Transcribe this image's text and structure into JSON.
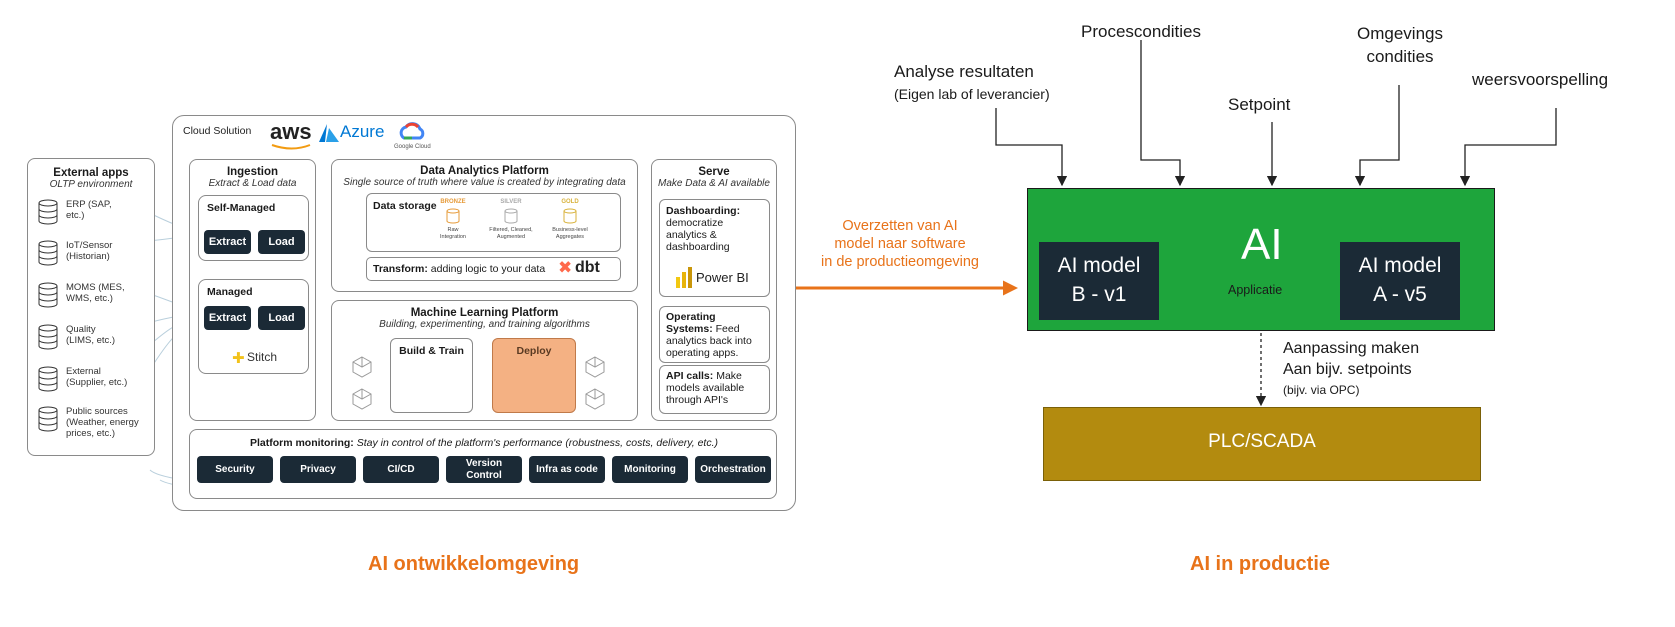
{
  "left": {
    "external": {
      "title": "External apps",
      "subtitle": "OLTP environment",
      "items": [
        [
          "ERP (SAP,",
          "etc.)"
        ],
        [
          "IoT/Sensor",
          "(Historian)"
        ],
        [
          "MOMS (MES,",
          "WMS, etc.)"
        ],
        [
          "Quality",
          "(LIMS, etc.)"
        ],
        [
          "External",
          "(Supplier, etc.)"
        ],
        [
          "Public sources",
          "(Weather, energy",
          "prices, etc.)"
        ]
      ]
    },
    "cloud": {
      "label": "Cloud Solution",
      "aws": "aws",
      "azure": "Azure",
      "google": "Google Cloud"
    },
    "ingestion": {
      "title": "Ingestion",
      "subtitle": "Extract & Load data",
      "self_managed": "Self-Managed",
      "managed": "Managed",
      "extract": "Extract",
      "load": "Load",
      "stitch": "Stitch"
    },
    "dap": {
      "title": "Data Analytics Platform",
      "subtitle": "Single source of truth where value is created by integrating data",
      "storage": "Data storage",
      "tiers": [
        {
          "name": "BRONZE",
          "desc": [
            "Raw",
            "Integration"
          ],
          "color": "#e69b3a"
        },
        {
          "name": "SILVER",
          "desc": [
            "Filtered, Cleaned,",
            "Augmented"
          ],
          "color": "#a9a9a9"
        },
        {
          "name": "GOLD",
          "desc": [
            "Business-level",
            "Aggregates"
          ],
          "color": "#d8b23b"
        }
      ],
      "transform_bold": "Transform:",
      "transform_rest": " adding logic to your data",
      "dbt": "dbt"
    },
    "ml": {
      "title": "Machine Learning Platform",
      "subtitle": "Building, experimenting, and training algorithms",
      "build": "Build & Train",
      "deploy": "Deploy"
    },
    "serve": {
      "title": "Serve",
      "subtitle": "Make Data & AI available",
      "dash_title": "Dashboarding:",
      "dash_lines": [
        "democratize",
        "analytics &",
        "dashboarding"
      ],
      "powerbi": "Power BI",
      "ops_title": "Operating",
      "ops_title2": "Systems:",
      "ops_rest": " Feed",
      "ops_lines": [
        "analytics back into",
        "operating apps."
      ],
      "api_title": "API calls:",
      "api_rest": " Make",
      "api_lines": [
        "models available",
        "through API's"
      ]
    },
    "monitoring": {
      "title_bold": "Platform monitoring:",
      "title_rest": " Stay in control of the platform's performance (robustness, costs, delivery, etc.)",
      "buttons": [
        [
          "Security"
        ],
        [
          "Privacy"
        ],
        [
          "CI/CD"
        ],
        [
          "Version",
          "Control"
        ],
        [
          "Infra as code"
        ],
        [
          "Monitoring"
        ],
        [
          "Orchestration"
        ]
      ]
    },
    "caption": "AI ontwikkelomgeving"
  },
  "middle": {
    "lines": [
      "Overzetten van AI",
      "model naar software",
      "in de productieomgeving"
    ],
    "accent": "#e8731a"
  },
  "right": {
    "inputs": {
      "analyse": "Analyse resultaten",
      "analyse_sub": "(Eigen lab of leverancier)",
      "proces": "Procescondities",
      "setpoint": "Setpoint",
      "omgeving": [
        "Omgevings",
        "condities"
      ],
      "weer": "weersvoorspelling"
    },
    "ai_app": {
      "title": "AI",
      "subtitle": "Applicatie",
      "model_b": [
        "AI model",
        "B - v1"
      ],
      "model_a": [
        "AI model",
        "A - v5"
      ],
      "color": "#1ea53c"
    },
    "adjust": [
      "Aanpassing maken",
      "Aan bijv. setpoints"
    ],
    "adjust_sub": "(bijv. via OPC)",
    "plc": "PLC/SCADA",
    "plc_color": "#b38b0f",
    "caption": "AI in productie"
  }
}
